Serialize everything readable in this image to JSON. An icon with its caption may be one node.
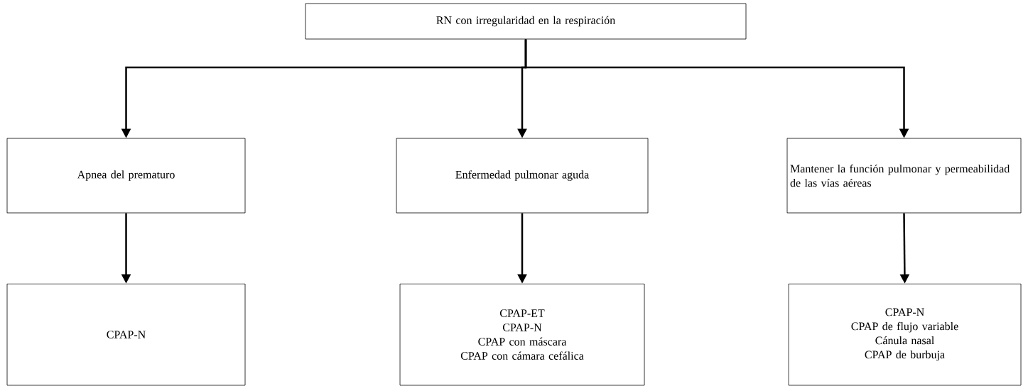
{
  "diagram": {
    "nodes": [
      {
        "text": [
          "RN con irregularidad en la respiración"
        ]
      },
      {
        "text": [
          "Apnea del prematuro"
        ]
      },
      {
        "text": [
          "Enfermedad pulmonar aguda"
        ]
      },
      {
        "text": [
          "Mantener la función pulmonar y permeabilidad de las vías aéreas"
        ]
      },
      {
        "text": [
          "CPAP-N"
        ]
      },
      {
        "text": [
          "CPAP-ET",
          "CPAP-N",
          "CPAP con máscara",
          "CPAP con cámara cefálica"
        ]
      },
      {
        "text": [
          "CPAP-N",
          "CPAP de flujo variable",
          "Cánula nasal",
          "CPAP de burbuja"
        ]
      }
    ],
    "edges": [
      {
        "from": 0,
        "to": 1,
        "arrow": "to"
      },
      {
        "from": 0,
        "to": 2,
        "arrow": "to"
      },
      {
        "from": 0,
        "to": 3,
        "arrow": "to"
      },
      {
        "from": 1,
        "to": 4,
        "arrow": "to"
      },
      {
        "from": 2,
        "to": 5,
        "arrow": "to"
      },
      {
        "from": 3,
        "to": 6,
        "arrow": "to"
      }
    ]
  }
}
